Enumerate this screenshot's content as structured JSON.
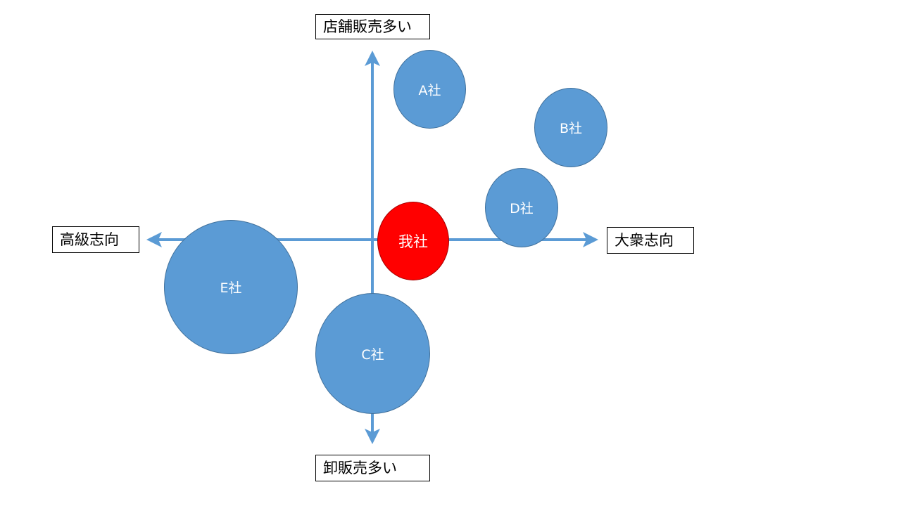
{
  "axes": {
    "top_label": "店舗販売多い",
    "bottom_label": "卸販売多い",
    "left_label": "高級志向",
    "right_label": "大衆志向",
    "color": "#5b9bd5"
  },
  "companies": {
    "a": "A社",
    "b": "B社",
    "c": "C社",
    "d": "D社",
    "e": "E社",
    "own": "我社"
  },
  "colors": {
    "competitor_fill": "#5b9bd5",
    "competitor_stroke": "#41719c",
    "own_fill": "#ff0000",
    "own_stroke": "#a50000",
    "text": "#ffffff"
  }
}
